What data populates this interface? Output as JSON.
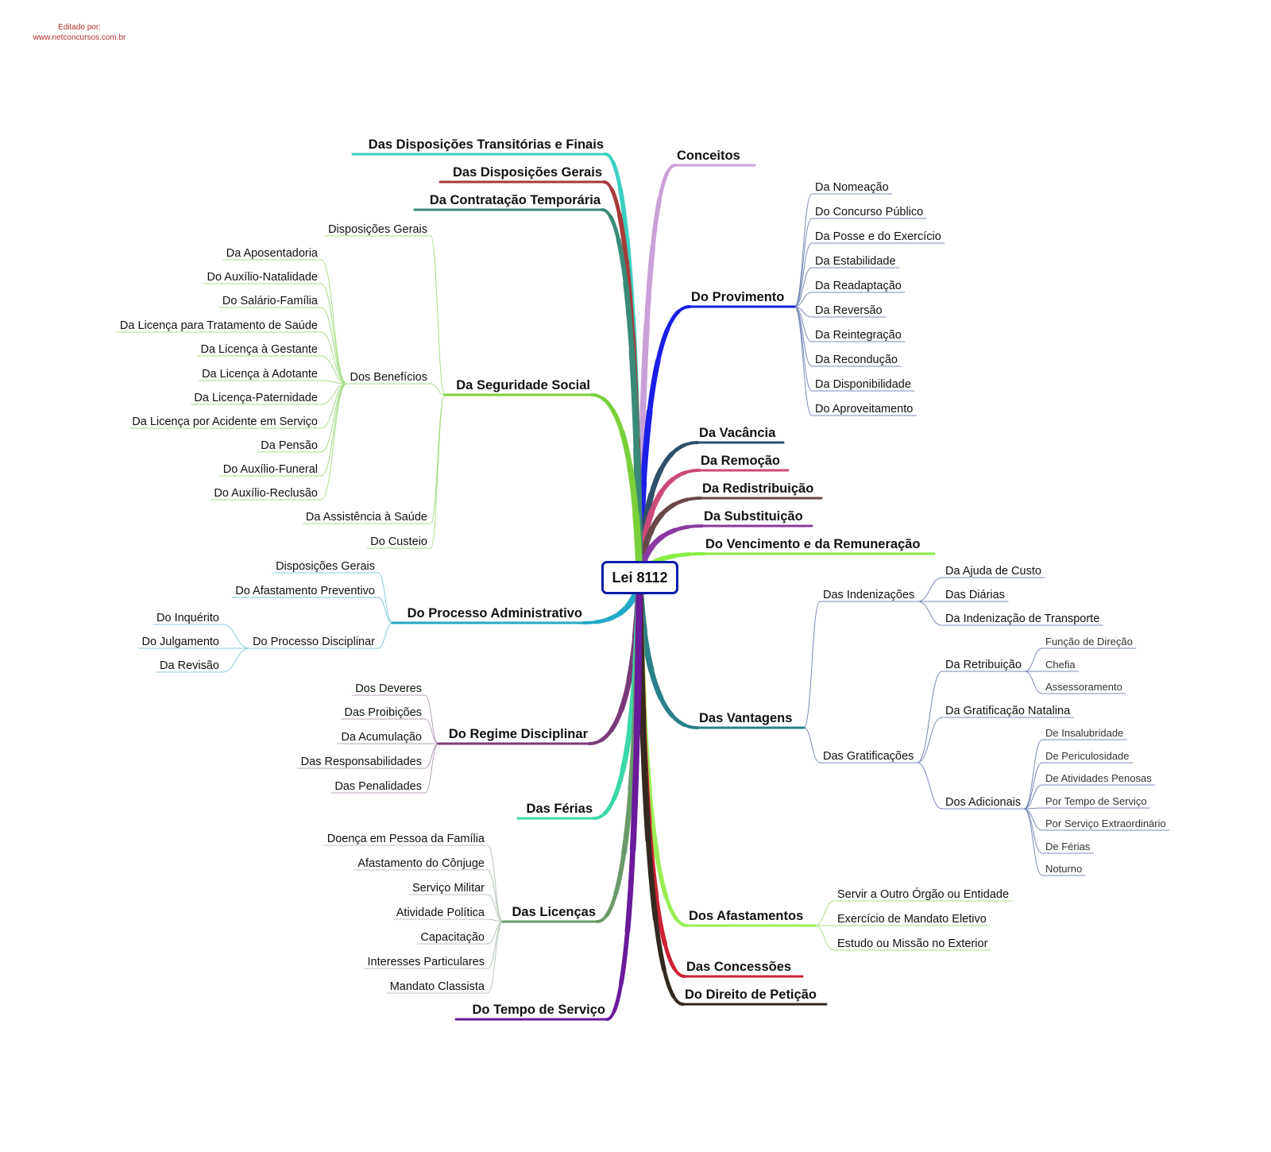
{
  "header": {
    "edited_by": "Editado por:",
    "site": "www.netconcursos.com.br"
  },
  "root": {
    "label": "Lei 8112"
  },
  "right": [
    {
      "label": "Conceitos",
      "color": "#c9a0d8"
    },
    {
      "label": "Do Provimento",
      "color": "#1a1ee6",
      "children": [
        {
          "label": "Da Nomeação"
        },
        {
          "label": "Do Concurso Público"
        },
        {
          "label": "Da Posse e do Exercício"
        },
        {
          "label": "Da Estabilidade"
        },
        {
          "label": "Da Readaptação"
        },
        {
          "label": "Da Reversão"
        },
        {
          "label": "Da Reintegração"
        },
        {
          "label": "Da Recondução"
        },
        {
          "label": "Da Disponibilidade"
        },
        {
          "label": "Do Aproveitamento"
        }
      ]
    },
    {
      "label": "Da Vacância",
      "color": "#2f4f6a"
    },
    {
      "label": "Da Remoção",
      "color": "#cc4a7a"
    },
    {
      "label": "Da Redistribuição",
      "color": "#6a4848"
    },
    {
      "label": "Da Substituição",
      "color": "#8a3aa0"
    },
    {
      "label": "Do Vencimento e da Remuneração",
      "color": "#88ee44"
    },
    {
      "label": "Das Vantagens",
      "color": "#2a8088",
      "children": [
        {
          "label": "Das Indenizações",
          "children": [
            {
              "label": "Da Ajuda de Custo"
            },
            {
              "label": "Das Diárias"
            },
            {
              "label": "Da Indenização de Transporte"
            }
          ]
        },
        {
          "label": "Das Gratificações",
          "children": [
            {
              "label": "Da Retribuição",
              "children": [
                {
                  "label": "Função de Direção"
                },
                {
                  "label": "Chefia"
                },
                {
                  "label": "Assessoramento"
                }
              ]
            },
            {
              "label": "Da Gratificação Natalina"
            },
            {
              "label": "Dos Adicionais",
              "children": [
                {
                  "label": "De Insalubridade"
                },
                {
                  "label": "De Periculosidade"
                },
                {
                  "label": "De Atividades Penosas"
                },
                {
                  "label": "Por Tempo de Serviço"
                },
                {
                  "label": "Por Serviço Extraordinário"
                },
                {
                  "label": "De Férias"
                },
                {
                  "label": "Noturno"
                }
              ]
            }
          ]
        }
      ]
    },
    {
      "label": "Dos Afastamentos",
      "color": "#99ee55",
      "children": [
        {
          "label": "Servir a Outro Órgão ou Entidade"
        },
        {
          "label": "Exercício de Mandato Eletivo"
        },
        {
          "label": "Estudo ou Missão no Exterior"
        }
      ]
    },
    {
      "label": "Das Concessões",
      "color": "#cc2233"
    },
    {
      "label": "Do Direito de Petição",
      "color": "#33291f"
    }
  ],
  "left": [
    {
      "label": "Das Disposições Transitórias e Finais",
      "color": "#3ccfbf"
    },
    {
      "label": "Das Disposições Gerais",
      "color": "#a83a3a"
    },
    {
      "label": "Da Contratação Temporária",
      "color": "#3a8a78"
    },
    {
      "label": "Da Seguridade Social",
      "color": "#7ad03a",
      "children": [
        {
          "label": "Disposições Gerais"
        },
        {
          "label": "Dos Benefícios",
          "children": [
            {
              "label": "Da Aposentadoria"
            },
            {
              "label": "Do Auxílio-Natalidade"
            },
            {
              "label": "Do Salário-Família"
            },
            {
              "label": "Da Licença para Tratamento de Saúde"
            },
            {
              "label": "Da Licença à Gestante"
            },
            {
              "label": "Da Licença à Adotante"
            },
            {
              "label": "Da Licença-Paternidade"
            },
            {
              "label": "Da Licença por Acidente em Serviço"
            },
            {
              "label": "Da Pensão"
            },
            {
              "label": "Do Auxílio-Funeral"
            },
            {
              "label": "Do Auxílio-Reclusão"
            }
          ]
        },
        {
          "label": "Da Assistência à Saúde"
        },
        {
          "label": "Do Custeio"
        }
      ]
    },
    {
      "label": "Do Processo Administrativo",
      "color": "#22a8c8",
      "children": [
        {
          "label": "Disposições Gerais"
        },
        {
          "label": "Do Afastamento Preventivo"
        },
        {
          "label": "Do Processo Disciplinar",
          "children": [
            {
              "label": "Do Inquérito"
            },
            {
              "label": "Do Julgamento"
            },
            {
              "label": "Da Revisão"
            }
          ]
        }
      ]
    },
    {
      "label": "Do Regime Disciplinar",
      "color": "#7a3a7a",
      "children": [
        {
          "label": "Dos Deveres"
        },
        {
          "label": "Das Proibições"
        },
        {
          "label": "Da Acumulação"
        },
        {
          "label": "Das Responsabilidades"
        },
        {
          "label": "Das Penalidades"
        }
      ]
    },
    {
      "label": "Das Férias",
      "color": "#3ad8a8"
    },
    {
      "label": "Das Licenças",
      "color": "#6a9a6a",
      "children": [
        {
          "label": "Doença em Pessoa da Família"
        },
        {
          "label": "Afastamento do Cônjuge"
        },
        {
          "label": "Serviço Militar"
        },
        {
          "label": "Atividade Política"
        },
        {
          "label": "Capacitação"
        },
        {
          "label": "Interesses Particulares"
        },
        {
          "label": "Mandato Classista"
        }
      ]
    },
    {
      "label": "Do Tempo de Serviço",
      "color": "#6a1a9a"
    }
  ]
}
